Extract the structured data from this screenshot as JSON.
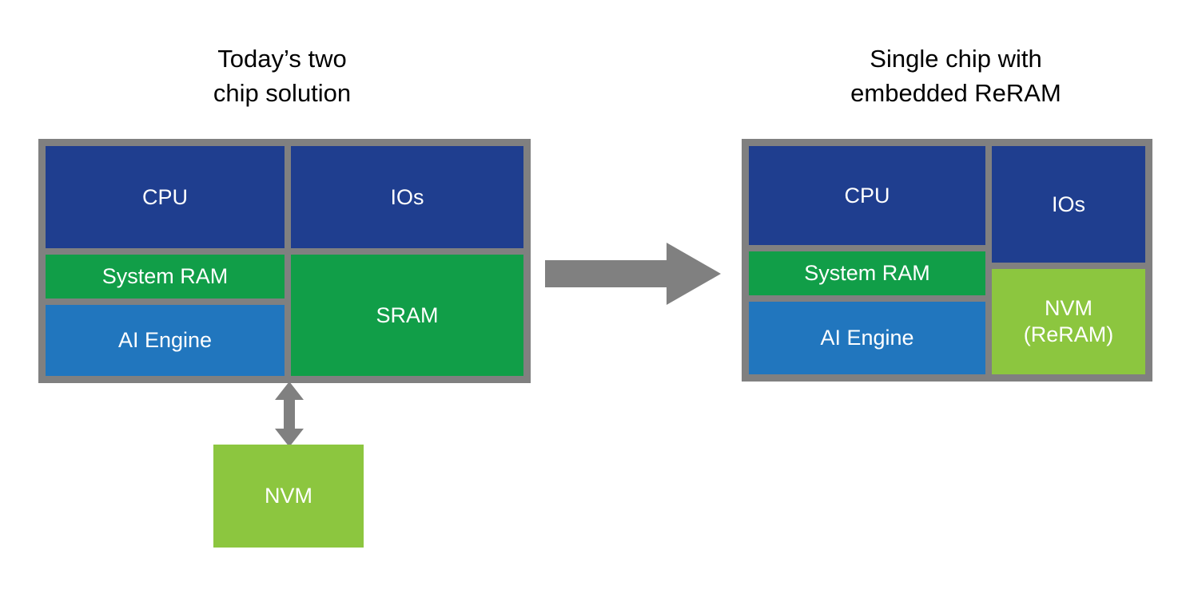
{
  "diagram": {
    "type": "block-diagram",
    "background_color": "#FFFFFF",
    "colors": {
      "frame_gray": "#808080",
      "navy": "#1F3E8F",
      "green": "#119E48",
      "blue": "#2176BE",
      "light_green": "#8CC63F",
      "arrow_gray": "#808080",
      "text_on_block": "#FFFFFF",
      "title_text": "#000000"
    },
    "left": {
      "title": "Today’s two\nchip solution",
      "chip_blocks": [
        {
          "label": "CPU",
          "color_key": "navy"
        },
        {
          "label": "IOs",
          "color_key": "navy"
        },
        {
          "label": "System RAM",
          "color_key": "green"
        },
        {
          "label": "AI Engine",
          "color_key": "blue"
        },
        {
          "label": "SRAM",
          "color_key": "green"
        }
      ],
      "external_block": {
        "label": "NVM",
        "color_key": "light_green"
      },
      "connector": {
        "icon": "double-headed-vertical-arrow-icon",
        "direction": "bidirectional"
      }
    },
    "right": {
      "title": "Single chip with\nembedded ReRAM",
      "chip_blocks": [
        {
          "label": "CPU",
          "color_key": "navy"
        },
        {
          "label": "System RAM",
          "color_key": "green"
        },
        {
          "label": "AI Engine",
          "color_key": "blue"
        },
        {
          "label": "IOs",
          "color_key": "navy"
        },
        {
          "label": "NVM\n(ReRAM)",
          "color_key": "light_green"
        }
      ]
    },
    "transition_arrow": {
      "icon": "right-arrow-icon",
      "direction": "left-to-right"
    }
  }
}
